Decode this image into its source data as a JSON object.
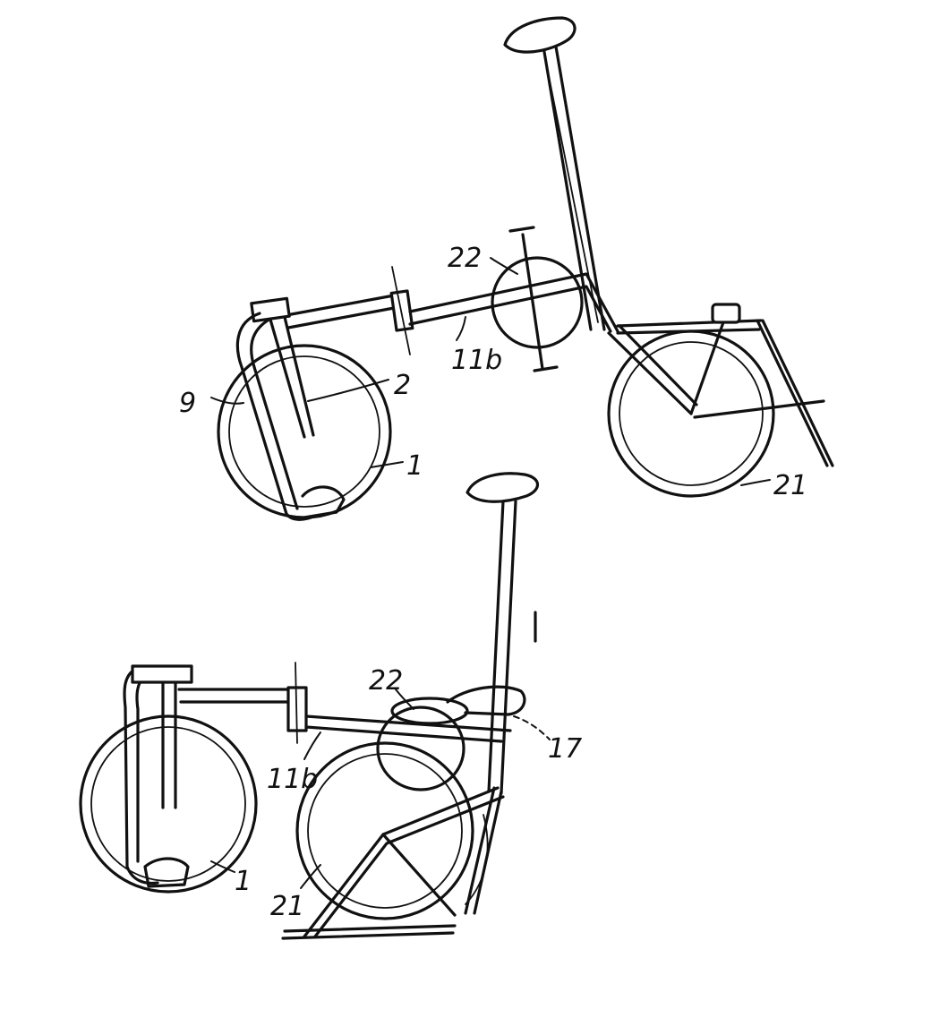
{
  "figure": {
    "views": [
      {
        "name": "unfolded-bicycle",
        "labels": {
          "saddle_tube_part": "22",
          "frame_beam": "11b",
          "bracket": "9",
          "fork": "2",
          "front_wheel": "1",
          "rear_wheel": "21"
        }
      },
      {
        "name": "folded-bicycle",
        "labels": {
          "saddle_tube_part": "22",
          "hinge": "17",
          "frame_beam": "11b",
          "front_wheel": "1",
          "rear_wheel": "21"
        }
      }
    ]
  }
}
